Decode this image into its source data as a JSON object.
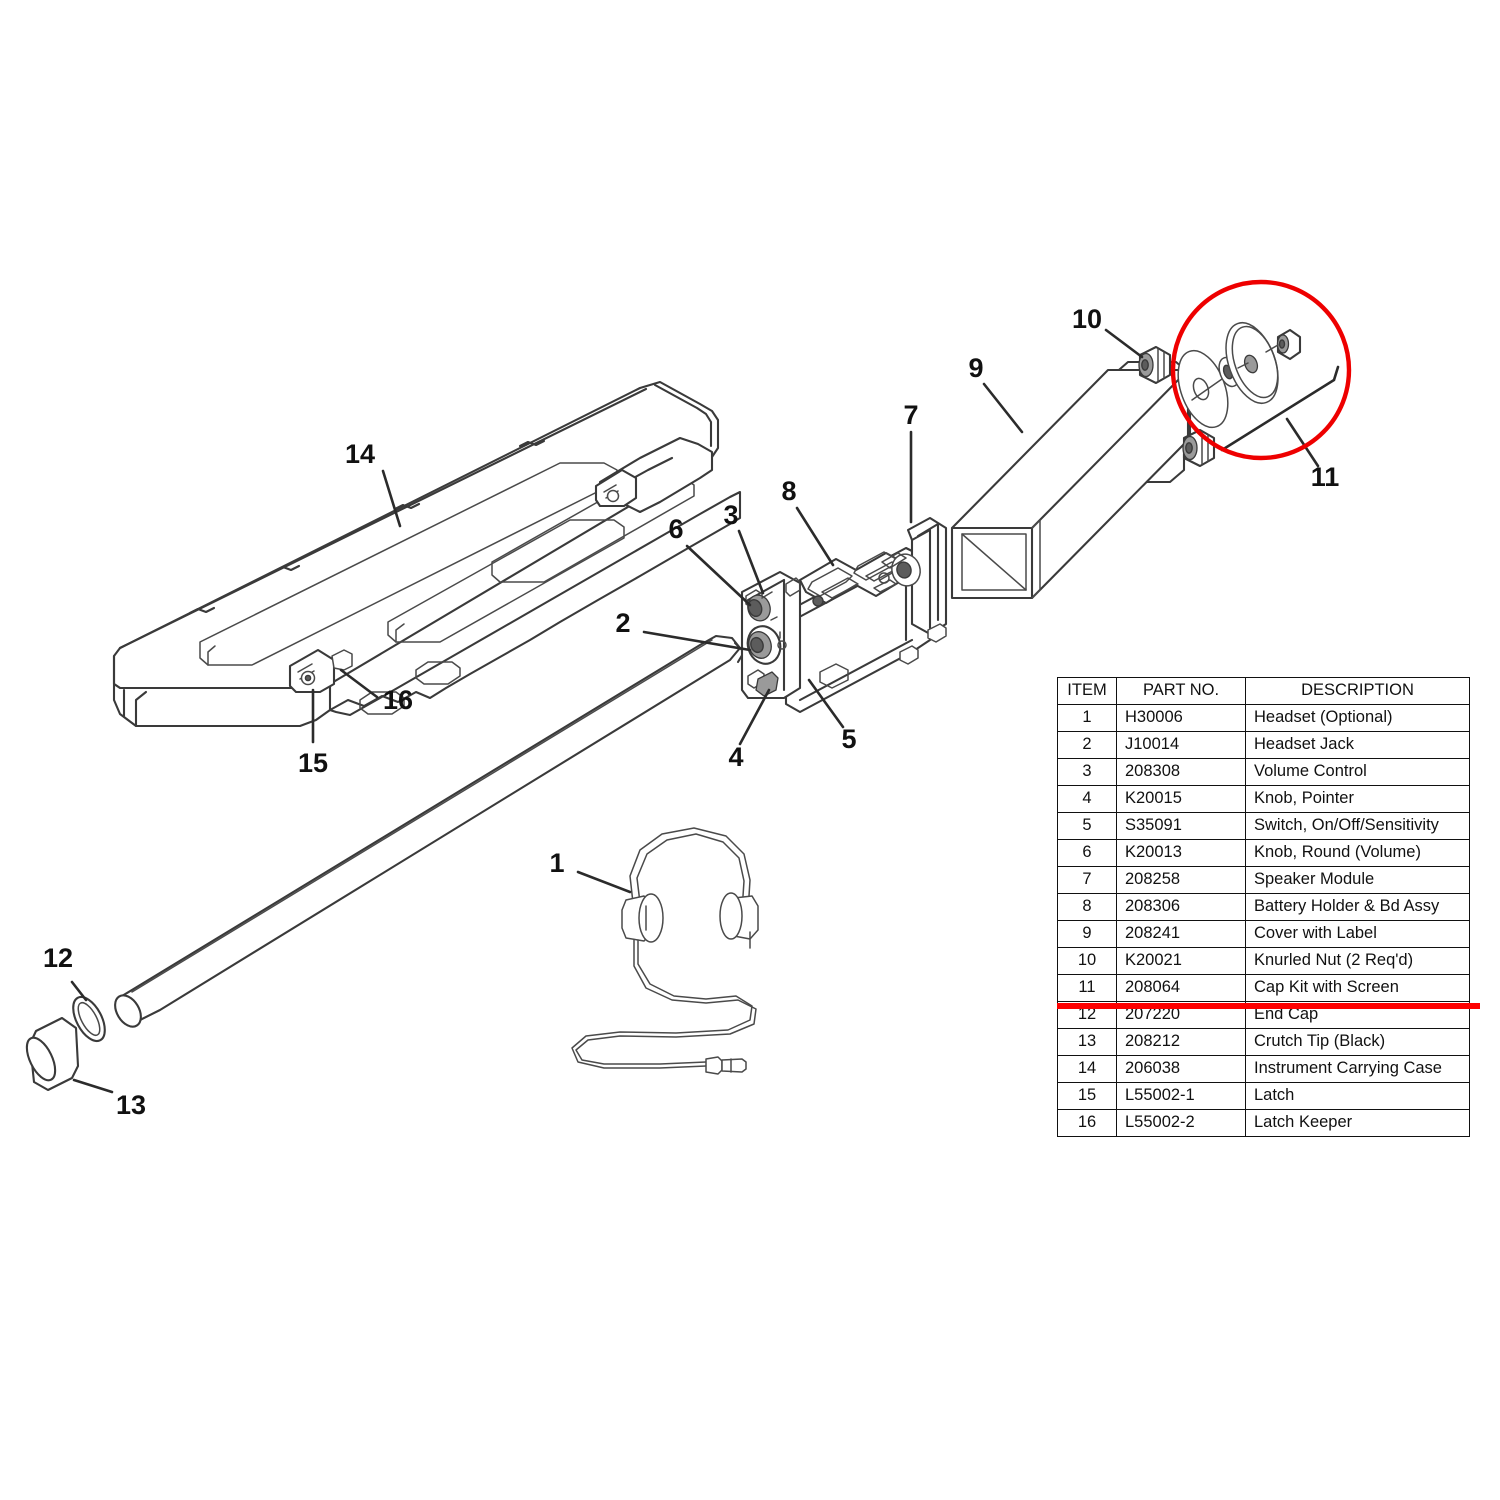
{
  "document": {
    "type": "exploded-parts-diagram",
    "background_color": "#ffffff",
    "highlight_color": "#ee0000"
  },
  "callouts": [
    {
      "id": "1",
      "label": "1",
      "refers_to": "Headset (Optional)"
    },
    {
      "id": "2",
      "label": "2",
      "refers_to": "Headset Jack"
    },
    {
      "id": "3",
      "label": "3",
      "refers_to": "Volume Control"
    },
    {
      "id": "4",
      "label": "4",
      "refers_to": "Knob, Pointer"
    },
    {
      "id": "5",
      "label": "5",
      "refers_to": "Switch, On/Off/Sensitivity"
    },
    {
      "id": "6",
      "label": "6",
      "refers_to": "Knob, Round (Volume)"
    },
    {
      "id": "7",
      "label": "7",
      "refers_to": "Speaker Module"
    },
    {
      "id": "8",
      "label": "8",
      "refers_to": "Battery Holder & Bd Assy"
    },
    {
      "id": "9",
      "label": "9",
      "refers_to": "Cover with Label"
    },
    {
      "id": "10",
      "label": "10",
      "refers_to": "Knurled Nut (2 Req'd)"
    },
    {
      "id": "11",
      "label": "11",
      "refers_to": "Cap Kit with Screen"
    },
    {
      "id": "12",
      "label": "12",
      "refers_to": "End Cap"
    },
    {
      "id": "13",
      "label": "13",
      "refers_to": "Crutch Tip (Black)"
    },
    {
      "id": "14",
      "label": "14",
      "refers_to": "Instrument Carrying Case"
    },
    {
      "id": "15",
      "label": "15",
      "refers_to": "Latch"
    },
    {
      "id": "16",
      "label": "16",
      "refers_to": "Latch Keeper"
    }
  ],
  "annotations": {
    "highlight_circle": {
      "name": "cap-kit-highlight-circle",
      "color": "#ee0000",
      "encircles_callout": "11"
    },
    "strikethrough_line": {
      "name": "cap-kit-row-marker",
      "color": "#fe0000",
      "marks_row_item": "11"
    }
  },
  "parts_table": {
    "headers": {
      "item": "ITEM",
      "part_no": "PART NO.",
      "description": "DESCRIPTION"
    },
    "rows": [
      {
        "item": "1",
        "part_no": "H30006",
        "description": "Headset (Optional)"
      },
      {
        "item": "2",
        "part_no": "J10014",
        "description": "Headset Jack"
      },
      {
        "item": "3",
        "part_no": "208308",
        "description": "Volume Control"
      },
      {
        "item": "4",
        "part_no": "K20015",
        "description": "Knob, Pointer"
      },
      {
        "item": "5",
        "part_no": "S35091",
        "description": "Switch, On/Off/Sensitivity"
      },
      {
        "item": "6",
        "part_no": "K20013",
        "description": "Knob, Round (Volume)"
      },
      {
        "item": "7",
        "part_no": "208258",
        "description": "Speaker Module"
      },
      {
        "item": "8",
        "part_no": "208306",
        "description": "Battery Holder & Bd Assy"
      },
      {
        "item": "9",
        "part_no": "208241",
        "description": "Cover with Label"
      },
      {
        "item": "10",
        "part_no": "K20021",
        "description": "Knurled Nut (2 Req'd)"
      },
      {
        "item": "11",
        "part_no": "208064",
        "description": "Cap Kit with Screen"
      },
      {
        "item": "12",
        "part_no": "207220",
        "description": "End Cap"
      },
      {
        "item": "13",
        "part_no": "208212",
        "description": "Crutch Tip (Black)"
      },
      {
        "item": "14",
        "part_no": "206038",
        "description": "Instrument Carrying Case"
      },
      {
        "item": "15",
        "part_no": "L55002-1",
        "description": "Latch"
      },
      {
        "item": "16",
        "part_no": "L55002-2",
        "description": "Latch Keeper"
      }
    ]
  }
}
